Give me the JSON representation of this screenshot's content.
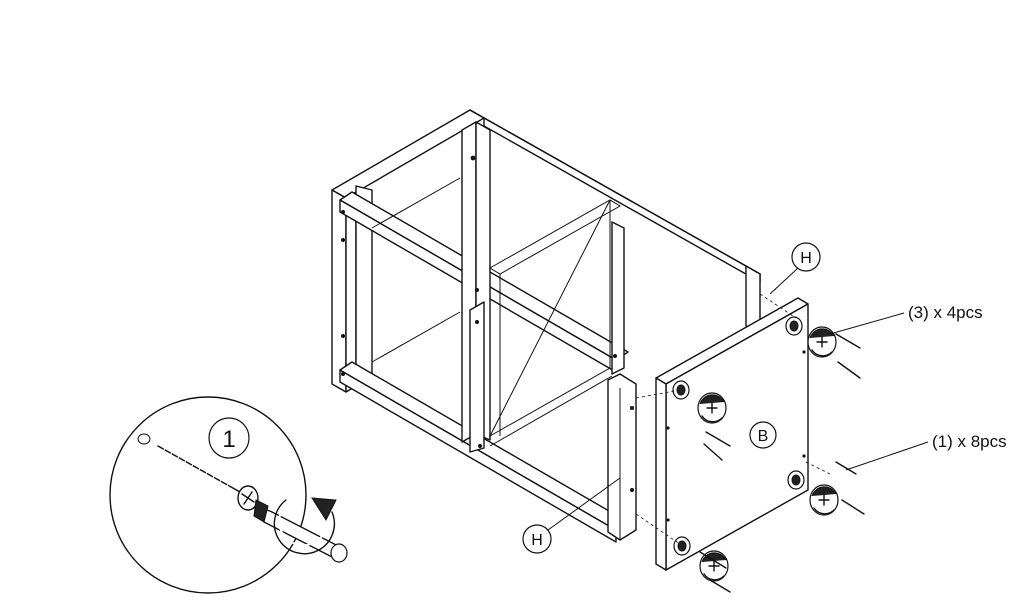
{
  "diagram": {
    "labels": {
      "part_h_top": "H",
      "part_h_bottom": "H",
      "panel_b": "B",
      "step_number": "1"
    },
    "callouts": {
      "cam_lock": "(3) x 4pcs",
      "screw": "(1) x 8pcs"
    }
  }
}
